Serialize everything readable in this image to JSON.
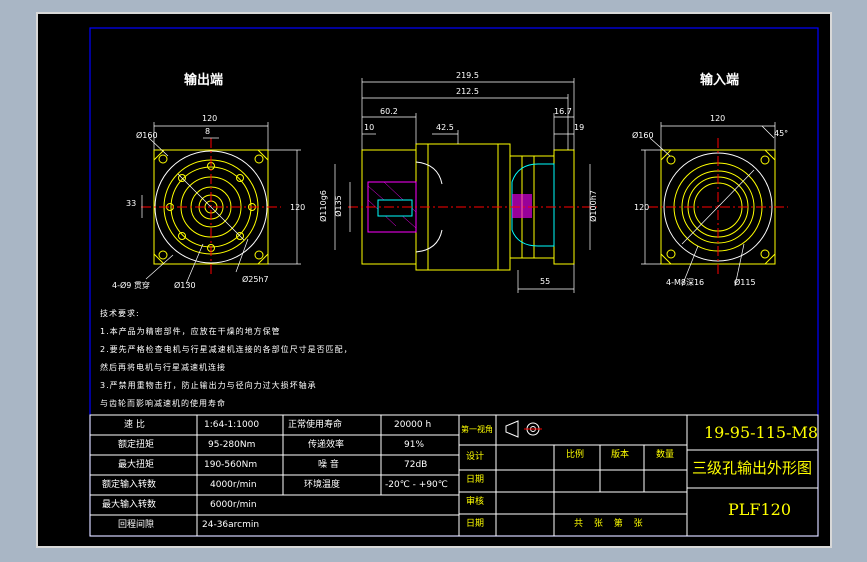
{
  "views": {
    "output_label": "输出端",
    "input_label": "输入端"
  },
  "dims": {
    "o_120": "120",
    "o_phi160": "Ø160",
    "o_8": "8",
    "o_33": "33",
    "o_120v": "120",
    "o_phi25": "Ø25h7",
    "o_phi130": "Ø130",
    "o_holes": "4-Ø9 贯穿",
    "s_219": "219.5",
    "s_212": "212.5",
    "s_60": "60.2",
    "s_10": "10",
    "s_42": "42.5",
    "s_16": "16.7",
    "s_19": "19",
    "s_110g": "Ø110g6",
    "s_135": "Ø135",
    "s_phi": "Ø100h7",
    "s_55": "55",
    "i_120": "120",
    "i_phi160": "Ø160",
    "i_45": "45°",
    "i_120v": "120",
    "i_holes": "4-M8深16",
    "i_phi115": "Ø115"
  },
  "notes": [
    "技术要求:",
    "1.本产品为精密部件，应放在干燥的地方保管",
    "2.要先严格检查电机与行星减速机连接的各部位尺寸是否匹配，",
    "然后再将电机与行星减速机连接",
    "3.严禁用重物击打，防止输出力与径向力过大损坏轴承",
    "与齿轮而影响减速机的使用寿命"
  ],
  "spec_table": {
    "rows": [
      [
        "速  比",
        "1:64-1:1000",
        "正常使用寿命",
        "20000 h"
      ],
      [
        "额定扭矩",
        "95-280Nm",
        "传递效率",
        "91%"
      ],
      [
        "最大扭矩",
        "190-560Nm",
        "噪  音",
        "72dB"
      ],
      [
        "额定输入转数",
        "4000r/min",
        "环境温度",
        "-20℃ - +90℃"
      ],
      [
        "最大输入转数",
        "6000r/min",
        "",
        ""
      ],
      [
        "回程间隙",
        "24-36arcmin",
        "",
        ""
      ]
    ]
  },
  "title_block": {
    "projection": "第一视角",
    "design": "设计",
    "drawing": "日期",
    "review": "审核",
    "date": "日期",
    "scale": "比例",
    "version": "版本",
    "qty": "数量",
    "sheets": "共  张  第  张",
    "drawing_no": "19-95-115-M8",
    "title": "三级孔输出外形图",
    "model": "PLF120"
  },
  "colors": {
    "frame": "#0000ff",
    "part": "#ffff00",
    "dimension": "#ffffff",
    "center": "#ff0000",
    "hidden": "#00ffff",
    "section": "#ff00ff"
  }
}
